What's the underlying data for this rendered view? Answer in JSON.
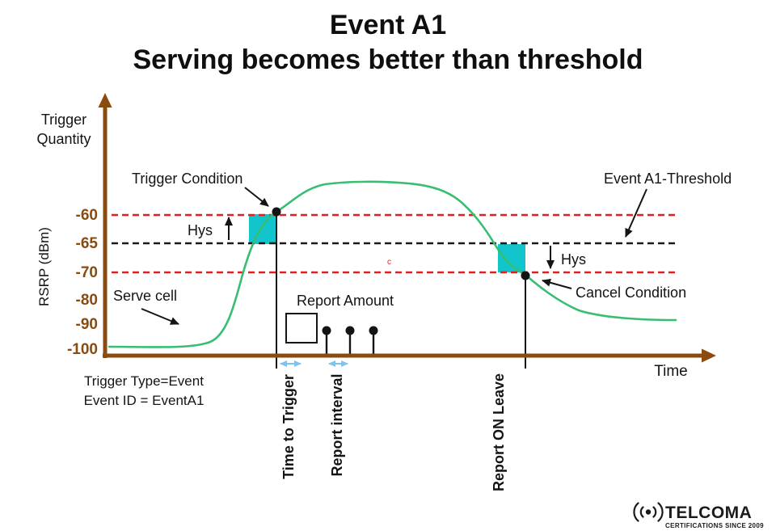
{
  "title": {
    "line1": "Event A1",
    "line2": "Serving becomes better than threshold"
  },
  "axes": {
    "quantity_label_line1": "Trigger",
    "quantity_label_line2": "Quantity",
    "y_label": "RSRP (dBm)",
    "x_label": "Time",
    "y_ticks": [
      "-60",
      "-65",
      "-70",
      "-80",
      "-90",
      "-100"
    ]
  },
  "annotations": {
    "trigger_condition": "Trigger Condition",
    "event_threshold": "Event A1-Threshold",
    "hys_upper": "Hys",
    "hys_lower": "Hys",
    "serve_cell": "Serve cell",
    "cancel_condition": "Cancel Condition",
    "report_amount": "Report Amount",
    "time_to_trigger": "Time to Trigger",
    "report_interval": "Report interval",
    "report_on_leave": "Report ON Leave",
    "trigger_type": "Trigger Type=Event",
    "event_id": "Event ID = EventA1",
    "watermark": "c"
  },
  "logo": {
    "name": "TELCOMA",
    "tagline": "CERTIFICATIONS SINCE 2009"
  },
  "colors": {
    "axis": "#8B4A0E",
    "curve": "#38BE72",
    "threshold_red": "#E02020",
    "threshold_dark": "#1a1a1a",
    "hys_box": "#12C5CC",
    "interval_arrow": "#7CC4EE"
  },
  "chart_data": {
    "type": "line",
    "title": "Event A1 - Serving becomes better than threshold",
    "xlabel": "Time",
    "ylabel": "RSRP (dBm)",
    "y_ticks": [
      -60,
      -65,
      -70,
      -80,
      -90,
      -100
    ],
    "thresholds": {
      "event_a1_threshold_dbm": -65,
      "trigger_condition_dbm": -60,
      "cancel_condition_dbm": -70,
      "hysteresis_db": 5
    },
    "series": [
      {
        "name": "Serve cell",
        "x_relative": [
          0,
          0.14,
          0.19,
          0.22,
          0.25,
          0.28,
          0.33,
          0.42,
          0.52,
          0.6,
          0.65,
          0.68,
          0.71,
          0.78,
          0.88,
          1.0
        ],
        "rsrp_dbm": [
          -100,
          -100,
          -93,
          -75,
          -67,
          -60,
          -56,
          -55,
          -55,
          -57,
          -61,
          -65,
          -70,
          -82,
          -89,
          -90
        ]
      }
    ],
    "events": [
      {
        "label": "Trigger Condition",
        "at_dbm": -60,
        "direction": "rising"
      },
      {
        "label": "Cancel Condition",
        "at_dbm": -70,
        "direction": "falling"
      }
    ],
    "legend": "none",
    "grid": "off"
  }
}
